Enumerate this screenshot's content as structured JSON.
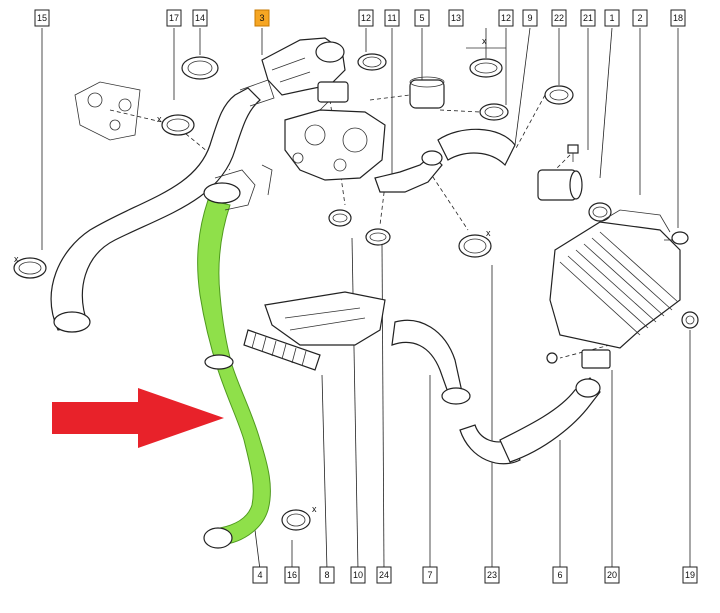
{
  "callouts_top": [
    {
      "id": "c15",
      "label": "15",
      "highlight": false
    },
    {
      "id": "c17",
      "label": "17",
      "highlight": false
    },
    {
      "id": "c14",
      "label": "14",
      "highlight": false
    },
    {
      "id": "c3",
      "label": "3",
      "highlight": true
    },
    {
      "id": "c12a",
      "label": "12",
      "highlight": false
    },
    {
      "id": "c11",
      "label": "11",
      "highlight": false
    },
    {
      "id": "c5",
      "label": "5",
      "highlight": false
    },
    {
      "id": "c13",
      "label": "13",
      "highlight": false
    },
    {
      "id": "c12b",
      "label": "12",
      "highlight": false
    },
    {
      "id": "c9",
      "label": "9",
      "highlight": false
    },
    {
      "id": "c22",
      "label": "22",
      "highlight": false
    },
    {
      "id": "c21",
      "label": "21",
      "highlight": false
    },
    {
      "id": "c1",
      "label": "1",
      "highlight": false
    },
    {
      "id": "c2",
      "label": "2",
      "highlight": false
    },
    {
      "id": "c18",
      "label": "18",
      "highlight": false
    }
  ],
  "callouts_bottom": [
    {
      "id": "c4",
      "label": "4",
      "highlight": false
    },
    {
      "id": "c16",
      "label": "16",
      "highlight": false
    },
    {
      "id": "c8",
      "label": "8",
      "highlight": false
    },
    {
      "id": "c10",
      "label": "10",
      "highlight": false
    },
    {
      "id": "c24",
      "label": "24",
      "highlight": false
    },
    {
      "id": "c7",
      "label": "7",
      "highlight": false
    },
    {
      "id": "c23",
      "label": "23",
      "highlight": false
    },
    {
      "id": "c6",
      "label": "6",
      "highlight": false
    },
    {
      "id": "c20",
      "label": "20",
      "highlight": false
    },
    {
      "id": "c19",
      "label": "19",
      "highlight": false
    }
  ],
  "dimension_mark": "x",
  "colors": {
    "highlight_hose": "#8fe04a",
    "arrow": "#e8222a",
    "callout_highlight": "#f6a623"
  }
}
